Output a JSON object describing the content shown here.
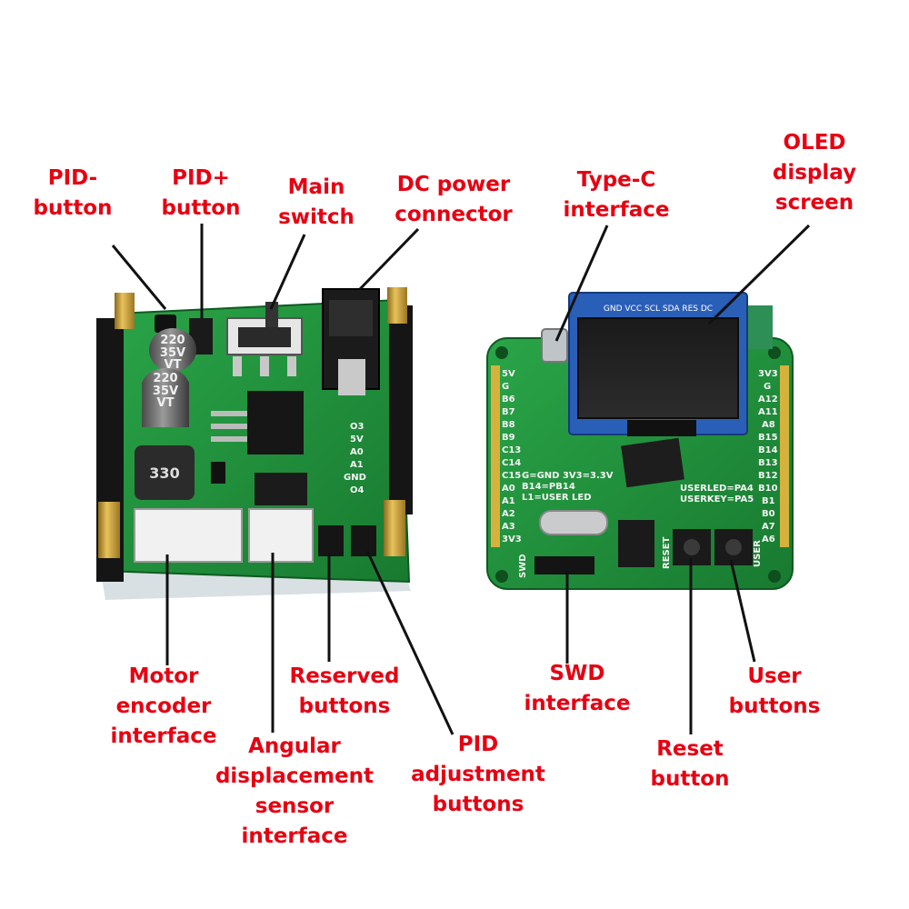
{
  "colors": {
    "label": "#e60012",
    "leader": "#111111",
    "pcb": "#1f8f3a"
  },
  "labels": {
    "pid_minus": {
      "line1": "PID-",
      "line2": "button"
    },
    "pid_plus": {
      "line1": "PID+",
      "line2": "button"
    },
    "main_switch": {
      "line1": "Main",
      "line2": "switch"
    },
    "dc_power": {
      "line1": "DC power",
      "line2": "connector"
    },
    "type_c": {
      "line1": "Type-C",
      "line2": "interface"
    },
    "oled": {
      "line1": "OLED",
      "line2": "display",
      "line3": "screen"
    },
    "motor_encoder": {
      "line1": "Motor",
      "line2": "encoder",
      "line3": "interface"
    },
    "angular": {
      "line1": "Angular",
      "line2": "displacement",
      "line3": "sensor",
      "line4": "interface"
    },
    "reserved": {
      "line1": "Reserved",
      "line2": "buttons"
    },
    "pid_adjust": {
      "line1": "PID",
      "line2": "adjustment",
      "line3": "buttons"
    },
    "swd": {
      "line1": "SWD",
      "line2": "interface"
    },
    "reset": {
      "line1": "Reset",
      "line2": "button"
    },
    "user": {
      "line1": "User",
      "line2": "buttons"
    }
  },
  "board_print": {
    "cap1": "220",
    "cap1b": "35V",
    "cap1c": "VT",
    "cap2": "220",
    "cap2b": "35V",
    "cap2c": "VT",
    "inductor": "330",
    "oled_header": "GND VCC SCL SDA RES DC",
    "left_pins": [
      "5V",
      "G",
      "B6",
      "B7",
      "B8",
      "B9",
      "C13",
      "C14",
      "C15",
      "A0",
      "A1",
      "A2",
      "A3",
      "3V3"
    ],
    "right_pins": [
      "3V3",
      "G",
      "A12",
      "A11",
      "A8",
      "B15",
      "B14",
      "B13",
      "B12",
      "B10",
      "B1",
      "B0",
      "A7",
      "A6"
    ],
    "silk1": "G=GND 3V3=3.3V",
    "silk2": "B14=PB14",
    "silk3": "L1=USER LED",
    "silk4": "USERLED=PA4",
    "silk5": "USERKEY=PA5",
    "swd_tag": "SWD",
    "reset_tag": "RESET",
    "user_tag": "USER",
    "sig_pins": [
      "O3",
      "5V",
      "A0",
      "A1",
      "GND",
      "O4"
    ]
  }
}
